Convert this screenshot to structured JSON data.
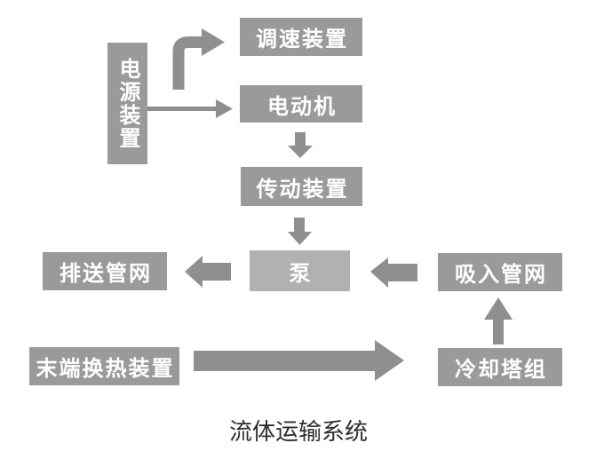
{
  "title": "流体运输系统",
  "colors": {
    "background": "#ffffff",
    "box_fill": "#9a9a9a",
    "pump_box_fill": "#b1b1b1",
    "arrow_fill": "#8f8f8f",
    "box_text": "#ffffff",
    "title_text": "#2e2e2e"
  },
  "nodes": {
    "power_supply": {
      "label": "电源装置"
    },
    "speed_control": {
      "label": "调速装置"
    },
    "motor": {
      "label": "电动机"
    },
    "transmission": {
      "label": "传动装置"
    },
    "pump": {
      "label": "泵"
    },
    "discharge_network": {
      "label": "排送管网"
    },
    "suction_network": {
      "label": "吸入管网"
    },
    "cooling_tower": {
      "label": "冷却塔组"
    },
    "terminal_heat_exchanger": {
      "label": "末端换热装置"
    }
  },
  "arrows": [
    {
      "name": "bent-arrow",
      "from": "电源装置",
      "to": "调速装置",
      "direction": "up-then-right"
    },
    {
      "name": "thin-arrow",
      "from": "电源装置",
      "to": "电动机",
      "direction": "right"
    },
    {
      "name": "block-arrow",
      "from": "电动机",
      "to": "传动装置",
      "direction": "down"
    },
    {
      "name": "block-arrow",
      "from": "传动装置",
      "to": "泵",
      "direction": "down"
    },
    {
      "name": "block-arrow",
      "from": "泵",
      "to": "排送管网",
      "direction": "left"
    },
    {
      "name": "block-arrow",
      "from": "吸入管网",
      "to": "泵",
      "direction": "left"
    },
    {
      "name": "block-arrow",
      "from": "冷却塔组",
      "to": "吸入管网",
      "direction": "up"
    },
    {
      "name": "wide-block-arrow",
      "from": "末端换热装置",
      "to": "冷却塔组",
      "direction": "right"
    }
  ]
}
